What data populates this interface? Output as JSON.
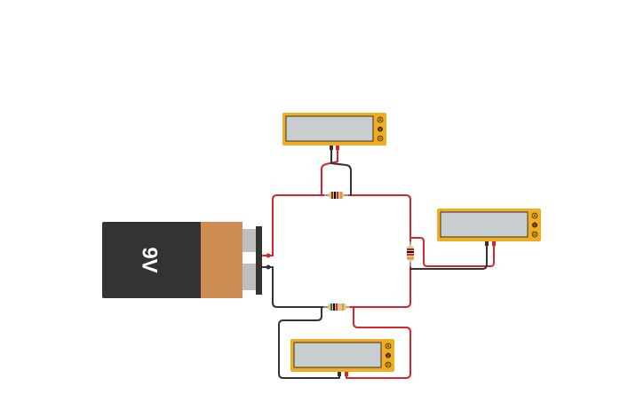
{
  "battery": {
    "label": "9V",
    "body_color": "#333333",
    "label_color": "#cd8c52",
    "terminal_color": "#bfbfbf"
  },
  "multimeters": [
    {
      "id": "top",
      "buttons": [
        "A",
        "V",
        "R"
      ]
    },
    {
      "id": "right",
      "buttons": [
        "A",
        "V",
        "R"
      ]
    },
    {
      "id": "bottom",
      "buttons": [
        "A",
        "V",
        "R"
      ]
    }
  ],
  "colors": {
    "wire_red": "#d9262c",
    "wire_black": "#333333",
    "multimeter_body": "#f0ad21",
    "multimeter_screen": "#c8cdcf",
    "resistor_body": "#e3c28f"
  },
  "resistors": [
    {
      "id": "top",
      "bands": [
        "#7a3b16",
        "#000000",
        "#d9262c",
        "#c9a23a"
      ]
    },
    {
      "id": "right",
      "bands": [
        "#7a3b16",
        "#000000",
        "#d9262c",
        "#c9a23a"
      ]
    },
    {
      "id": "bottom",
      "bands": [
        "#2e7d32",
        "#000000",
        "#d9262c",
        "#c9a23a"
      ]
    }
  ]
}
